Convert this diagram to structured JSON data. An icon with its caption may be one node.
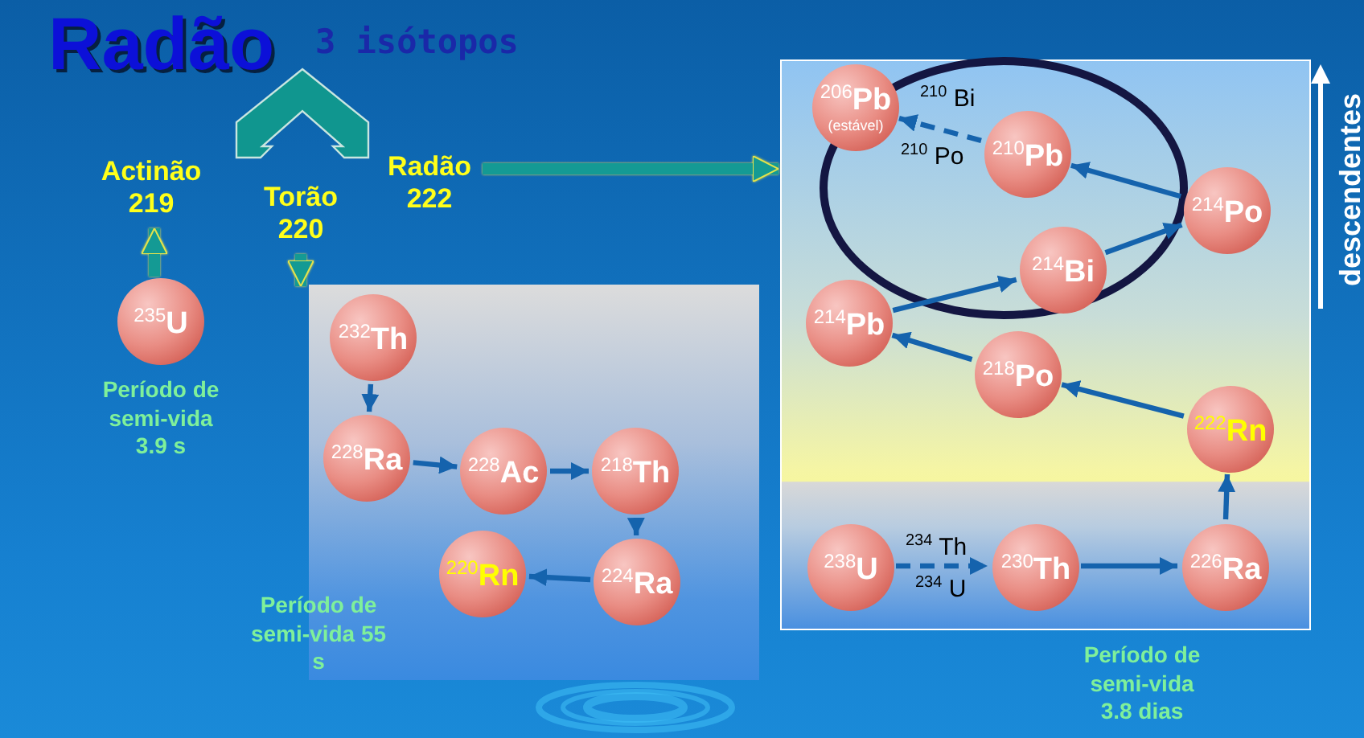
{
  "diagram": {
    "title": "Radão",
    "nodes": [
      {
        "text": [
          "Actinão",
          "219"
        ]
      },
      {
        "text": [
          "Torão",
          "220"
        ]
      },
      {
        "text": [
          "Radão",
          "222"
        ]
      },
      {
        "text": [
          "$^{235}$U"
        ],
        "beside": [
          "Período de semi-vida 3.9 s"
        ]
      },
      {
        "text": [],
        "shape": "box",
        "beside": [
          "Período de semi-vida 55 s"
        ]
      },
      {
        "text": [
          "$^{232}$Th"
        ],
        "in": 4
      },
      {
        "text": [
          "$^{228}$Ra"
        ],
        "in": 4
      },
      {
        "text": [
          "$^{228}$Ac"
        ],
        "in": 4
      },
      {
        "text": [
          "$^{218}$Th"
        ],
        "in": 4
      },
      {
        "text": [
          "$^{224}$Ra"
        ],
        "in": 4
      },
      {
        "text": [
          "$^{220}$Rn"
        ],
        "in": 4
      },
      {
        "text": [],
        "shape": "box",
        "beside": [
          "Período de semi-vida 3.8 dias"
        ]
      },
      {
        "text": [
          "$^{206}$Pb",
          "(estável)"
        ],
        "in": 11
      },
      {
        "text": [
          "$^{210}$Pb"
        ],
        "in": 11
      },
      {
        "text": [
          "$^{214}$Po"
        ],
        "in": 11
      },
      {
        "text": [
          "$^{214}$Bi"
        ],
        "in": 11
      },
      {
        "text": [
          "$^{214}$Pb"
        ],
        "in": 11
      },
      {
        "text": [
          "$^{218}$Po"
        ],
        "in": 11
      },
      {
        "text": [
          "$^{222}$Rn"
        ],
        "in": 11
      },
      {
        "text": [
          "$^{238}$U"
        ],
        "in": 11
      },
      {
        "text": [
          "$^{230}$Th"
        ],
        "in": 11
      },
      {
        "text": [
          "$^{226}$Ra"
        ],
        "in": 11
      }
    ],
    "edges": [
      {
        "from": 3,
        "to": 0,
        "arrow": "to",
        "style": "thick",
        "color": "#149a94"
      },
      {
        "from": 1,
        "to": 4,
        "arrow": "to",
        "style": "thick",
        "color": "#149a94"
      },
      {
        "from": 2,
        "to": 11,
        "arrow": "to",
        "style": "thick",
        "color": "#149a94"
      },
      {
        "from": 5,
        "to": 6,
        "arrow": "to"
      },
      {
        "from": 6,
        "to": 7,
        "arrow": "to"
      },
      {
        "from": 7,
        "to": 8,
        "arrow": "to"
      },
      {
        "from": 8,
        "to": 9,
        "arrow": "to"
      },
      {
        "from": 9,
        "to": 10,
        "arrow": "to"
      },
      {
        "from": 19,
        "to": 20,
        "arrow": "to",
        "style": "dashed"
      },
      {
        "from": 20,
        "to": 21,
        "arrow": "to"
      },
      {
        "from": 21,
        "to": 18,
        "arrow": "to"
      },
      {
        "from": 18,
        "to": 17,
        "arrow": "to"
      },
      {
        "from": 17,
        "to": 16,
        "arrow": "to"
      },
      {
        "from": 16,
        "to": 15,
        "arrow": "to"
      },
      {
        "from": 15,
        "to": 14,
        "arrow": "to"
      },
      {
        "from": 14,
        "to": 13,
        "arrow": "to"
      },
      {
        "from": 13,
        "to": 12,
        "arrow": "to",
        "style": "dashed"
      }
    ],
    "labels": [
      "3 isótopos",
      "$^{210}$ Bi",
      "$^{210}$ Po",
      "$^{234}$ Th",
      "$^{234}$ U",
      "descendentes"
    ]
  }
}
